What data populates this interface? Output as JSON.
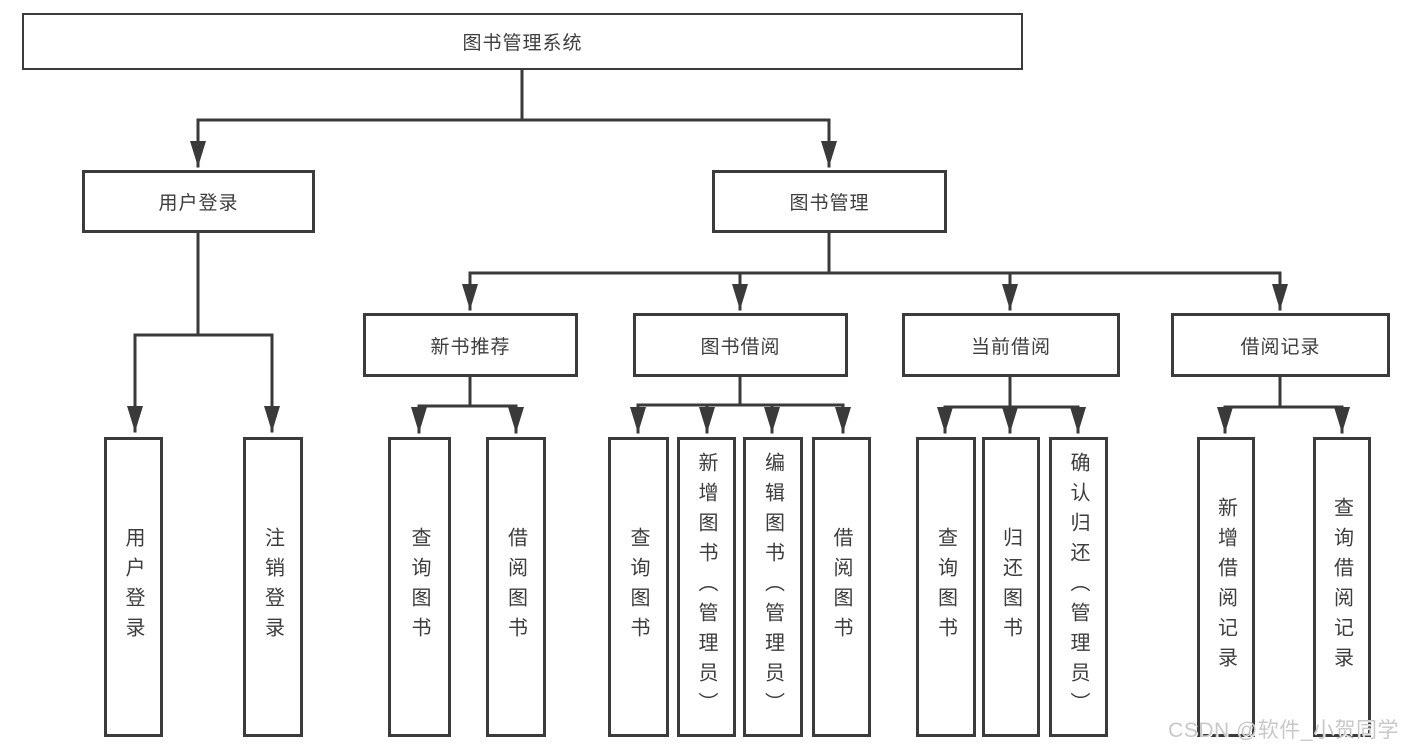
{
  "diagram": {
    "title": "图书管理系统",
    "level2": [
      {
        "label": "用户登录"
      },
      {
        "label": "图书管理"
      }
    ],
    "level3": [
      {
        "label": "新书推荐"
      },
      {
        "label": "图书借阅"
      },
      {
        "label": "当前借阅"
      },
      {
        "label": "借阅记录"
      }
    ],
    "leaves": [
      {
        "label": "用户登录"
      },
      {
        "label": "注销登录"
      },
      {
        "label": "查询图书"
      },
      {
        "label": "借阅图书"
      },
      {
        "label": "查询图书"
      },
      {
        "label": "新增图书（管理员）"
      },
      {
        "label": "编辑图书（管理员）"
      },
      {
        "label": "借阅图书"
      },
      {
        "label": "查询图书"
      },
      {
        "label": "归还图书"
      },
      {
        "label": "确认归还（管理员）"
      },
      {
        "label": "新增借阅记录"
      },
      {
        "label": "查询借阅记录"
      }
    ]
  },
  "watermark": {
    "text": "CSDN @软件_小贺同学"
  },
  "colors": {
    "line": "#3a3a3a",
    "border": "#3b3b3b",
    "text": "#3d3d3d",
    "watermark": "#c8c8c8",
    "background": "#ffffff"
  }
}
